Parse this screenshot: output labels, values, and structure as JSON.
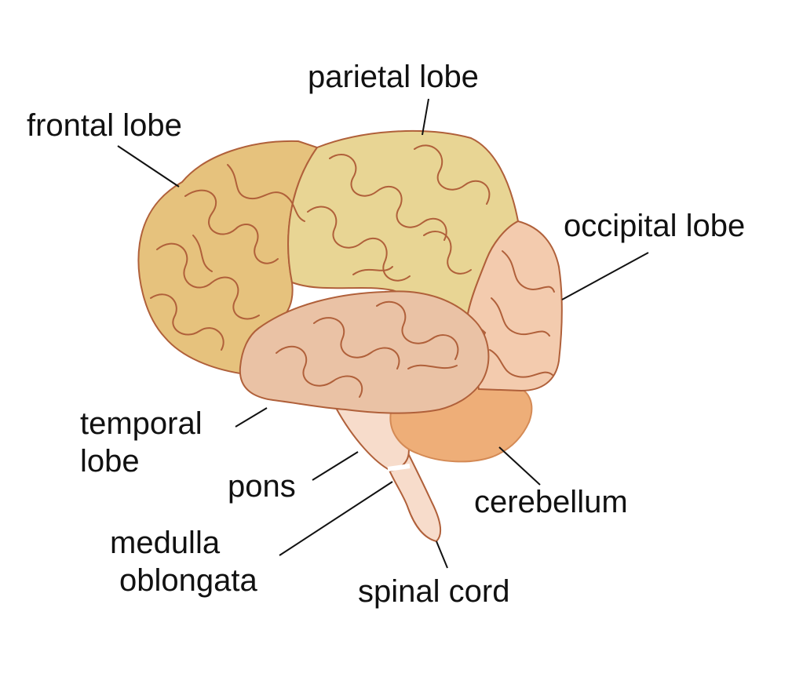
{
  "labels": {
    "frontal": "frontal lobe",
    "parietal": "parietal lobe",
    "occipital": "occipital lobe",
    "temporal": [
      "temporal",
      "lobe"
    ],
    "pons": "pons",
    "medulla": [
      "medulla",
      "oblongata"
    ],
    "cerebellum": "cerebellum",
    "spinal": "spinal cord"
  },
  "colors": {
    "frontal": "#e6c27d",
    "parietal": "#e8d594",
    "occipital": "#f3cbae",
    "temporal": "#eac2a5",
    "cerebellum": "#eeae78",
    "brainstem": "#f7dccb",
    "outline": "#b0603a",
    "leader": "#111111",
    "text": "#111111"
  }
}
